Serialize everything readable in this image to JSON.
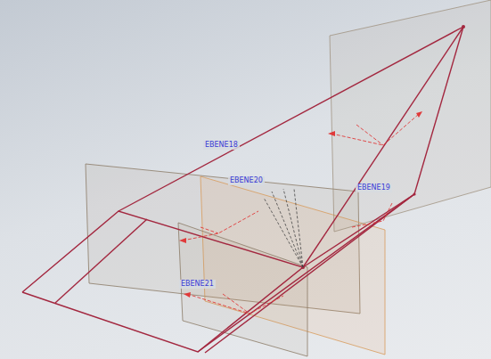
{
  "diagram": {
    "labels": [
      "EBENE18",
      "EBENE20",
      "EBENE19",
      "EBENE21"
    ]
  }
}
